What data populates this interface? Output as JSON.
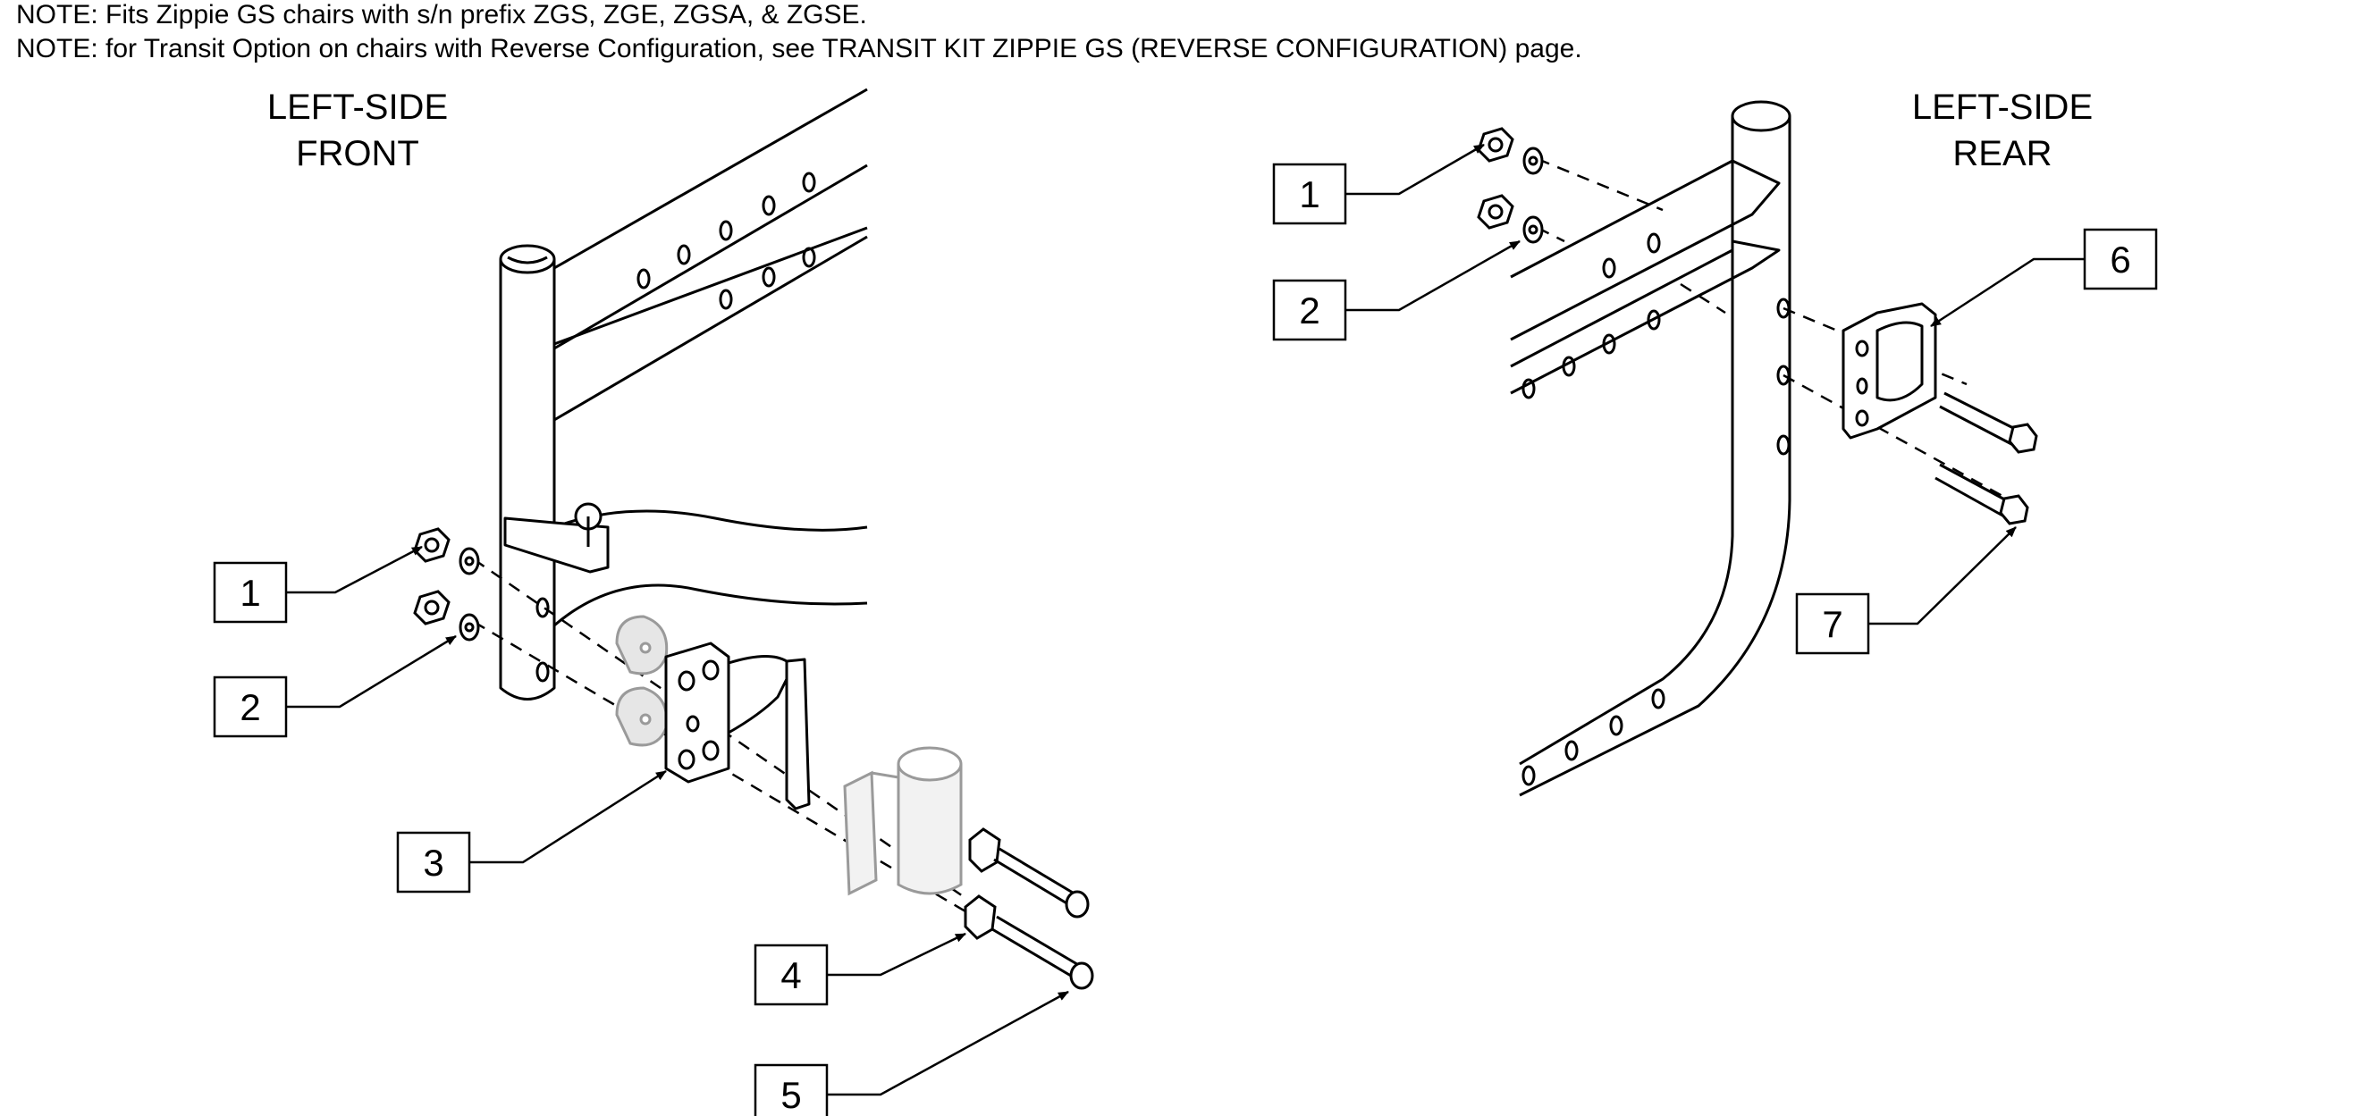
{
  "notes": [
    "NOTE: Fits Zippie GS chairs with s/n prefix ZGS, ZGE, ZGSA, & ZGSE.",
    "NOTE: for Transit Option on chairs with Reverse Configuration, see TRANSIT KIT ZIPPIE GS (REVERSE CONFIGURATION) page."
  ],
  "views": {
    "front": {
      "line1": "LEFT-SIDE",
      "line2": "FRONT"
    },
    "rear": {
      "line1": "LEFT-SIDE",
      "line2": "REAR"
    }
  },
  "callouts": {
    "front": [
      "1",
      "2",
      "3",
      "4",
      "5"
    ],
    "rear": [
      "1",
      "2",
      "6",
      "7"
    ]
  },
  "colors": {
    "line": "#000000",
    "ghost": "#9a9a9a",
    "background": "#ffffff"
  }
}
